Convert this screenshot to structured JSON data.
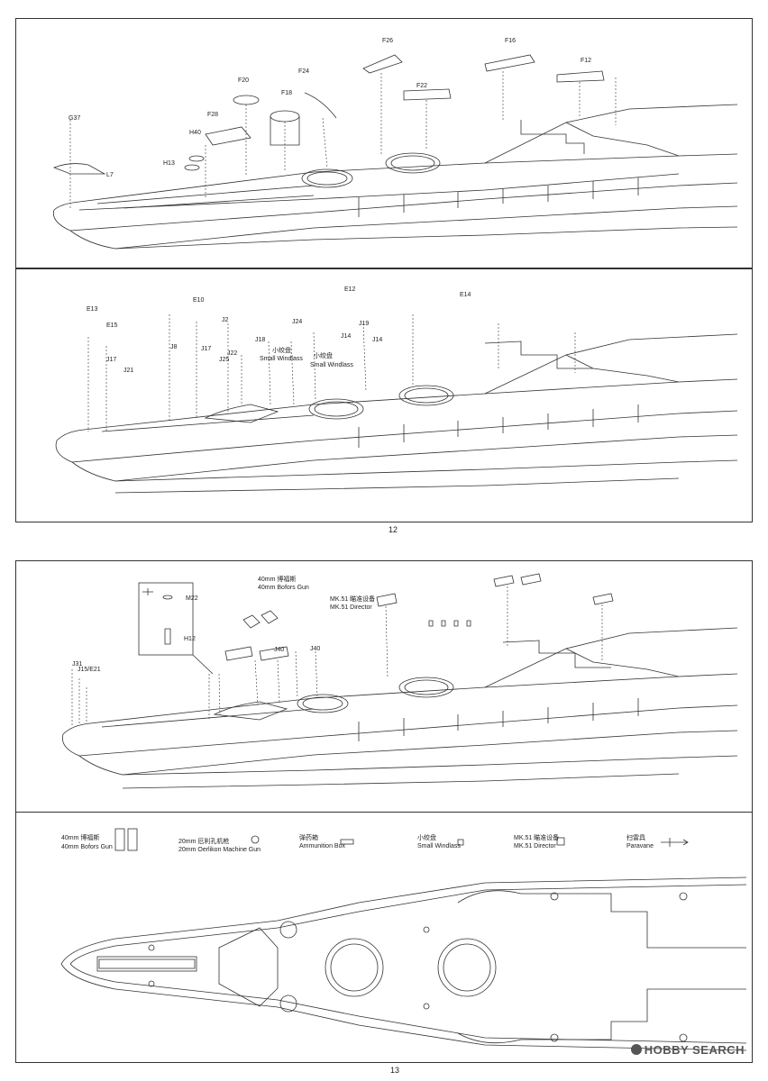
{
  "page_numbers": {
    "top": "12",
    "bottom": "13"
  },
  "panel1_labels": [
    "G37",
    "L7",
    "H40",
    "H13",
    "F28",
    "F20",
    "F18",
    "F24",
    "F26",
    "F22",
    "F16",
    "F12"
  ],
  "panel2_labels": [
    "E13",
    "E15",
    "E10",
    "J17",
    "J8",
    "J2",
    "J21",
    "J17",
    "J25",
    "J22",
    "J18",
    "小绞盘",
    "Small Windlass",
    "J24",
    "小绞盘",
    "Small Windlass",
    "E12",
    "J19",
    "J14",
    "J14",
    "E14"
  ],
  "panel3": {
    "bofors_cn": "40mm 博福斯",
    "bofors_en": "40mm Bofors Gun",
    "director_cn": "MK.51 瞄准设备",
    "director_en": "MK.51 Director",
    "labels": [
      "M22",
      "H12",
      "J40",
      "J40",
      "J31",
      "J15/E21"
    ]
  },
  "legend": [
    {
      "cn": "40mm 博福斯",
      "en": "40mm Bofors Gun"
    },
    {
      "cn": "20mm 厄利孔机枪",
      "en": "20mm Oerlikon Machine Gun"
    },
    {
      "cn": "弹药箱",
      "en": "Ammunition Box"
    },
    {
      "cn": "小绞盘",
      "en": "Small Windlass"
    },
    {
      "cn": "MK.51 瞄准设备",
      "en": "MK.51 Director"
    },
    {
      "cn": "扫雷具",
      "en": "Paravane"
    }
  ],
  "watermark": "HOBBY SEARCH"
}
